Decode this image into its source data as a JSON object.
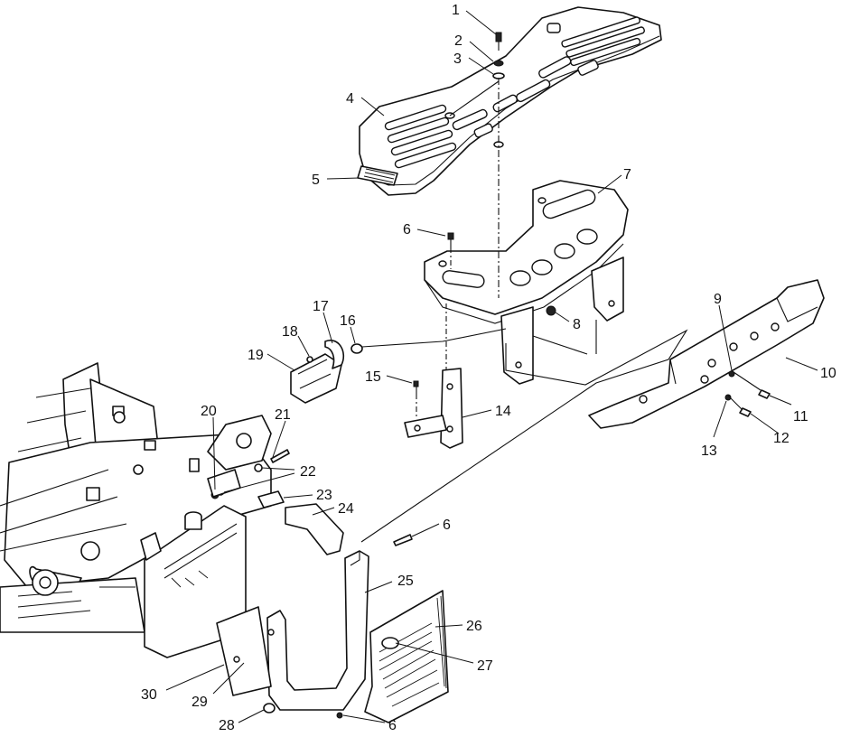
{
  "diagram": {
    "callouts": [
      {
        "id": "c1",
        "label": "1"
      },
      {
        "id": "c2",
        "label": "2"
      },
      {
        "id": "c3",
        "label": "3"
      },
      {
        "id": "c4",
        "label": "4"
      },
      {
        "id": "c5",
        "label": "5"
      },
      {
        "id": "c6a",
        "label": "6"
      },
      {
        "id": "c7",
        "label": "7"
      },
      {
        "id": "c8",
        "label": "8"
      },
      {
        "id": "c9",
        "label": "9"
      },
      {
        "id": "c10",
        "label": "10"
      },
      {
        "id": "c11",
        "label": "11"
      },
      {
        "id": "c12",
        "label": "12"
      },
      {
        "id": "c13",
        "label": "13"
      },
      {
        "id": "c14",
        "label": "14"
      },
      {
        "id": "c15",
        "label": "15"
      },
      {
        "id": "c16",
        "label": "16"
      },
      {
        "id": "c17",
        "label": "17"
      },
      {
        "id": "c18",
        "label": "18"
      },
      {
        "id": "c19",
        "label": "19"
      },
      {
        "id": "c20",
        "label": "20"
      },
      {
        "id": "c21",
        "label": "21"
      },
      {
        "id": "c22",
        "label": "22"
      },
      {
        "id": "c23",
        "label": "23"
      },
      {
        "id": "c24",
        "label": "24"
      },
      {
        "id": "c6b",
        "label": "6"
      },
      {
        "id": "c25",
        "label": "25"
      },
      {
        "id": "c26",
        "label": "26"
      },
      {
        "id": "c27",
        "label": "27"
      },
      {
        "id": "c28",
        "label": "28"
      },
      {
        "id": "c29",
        "label": "29"
      },
      {
        "id": "c30",
        "label": "30"
      },
      {
        "id": "c6c",
        "label": "6"
      }
    ]
  }
}
